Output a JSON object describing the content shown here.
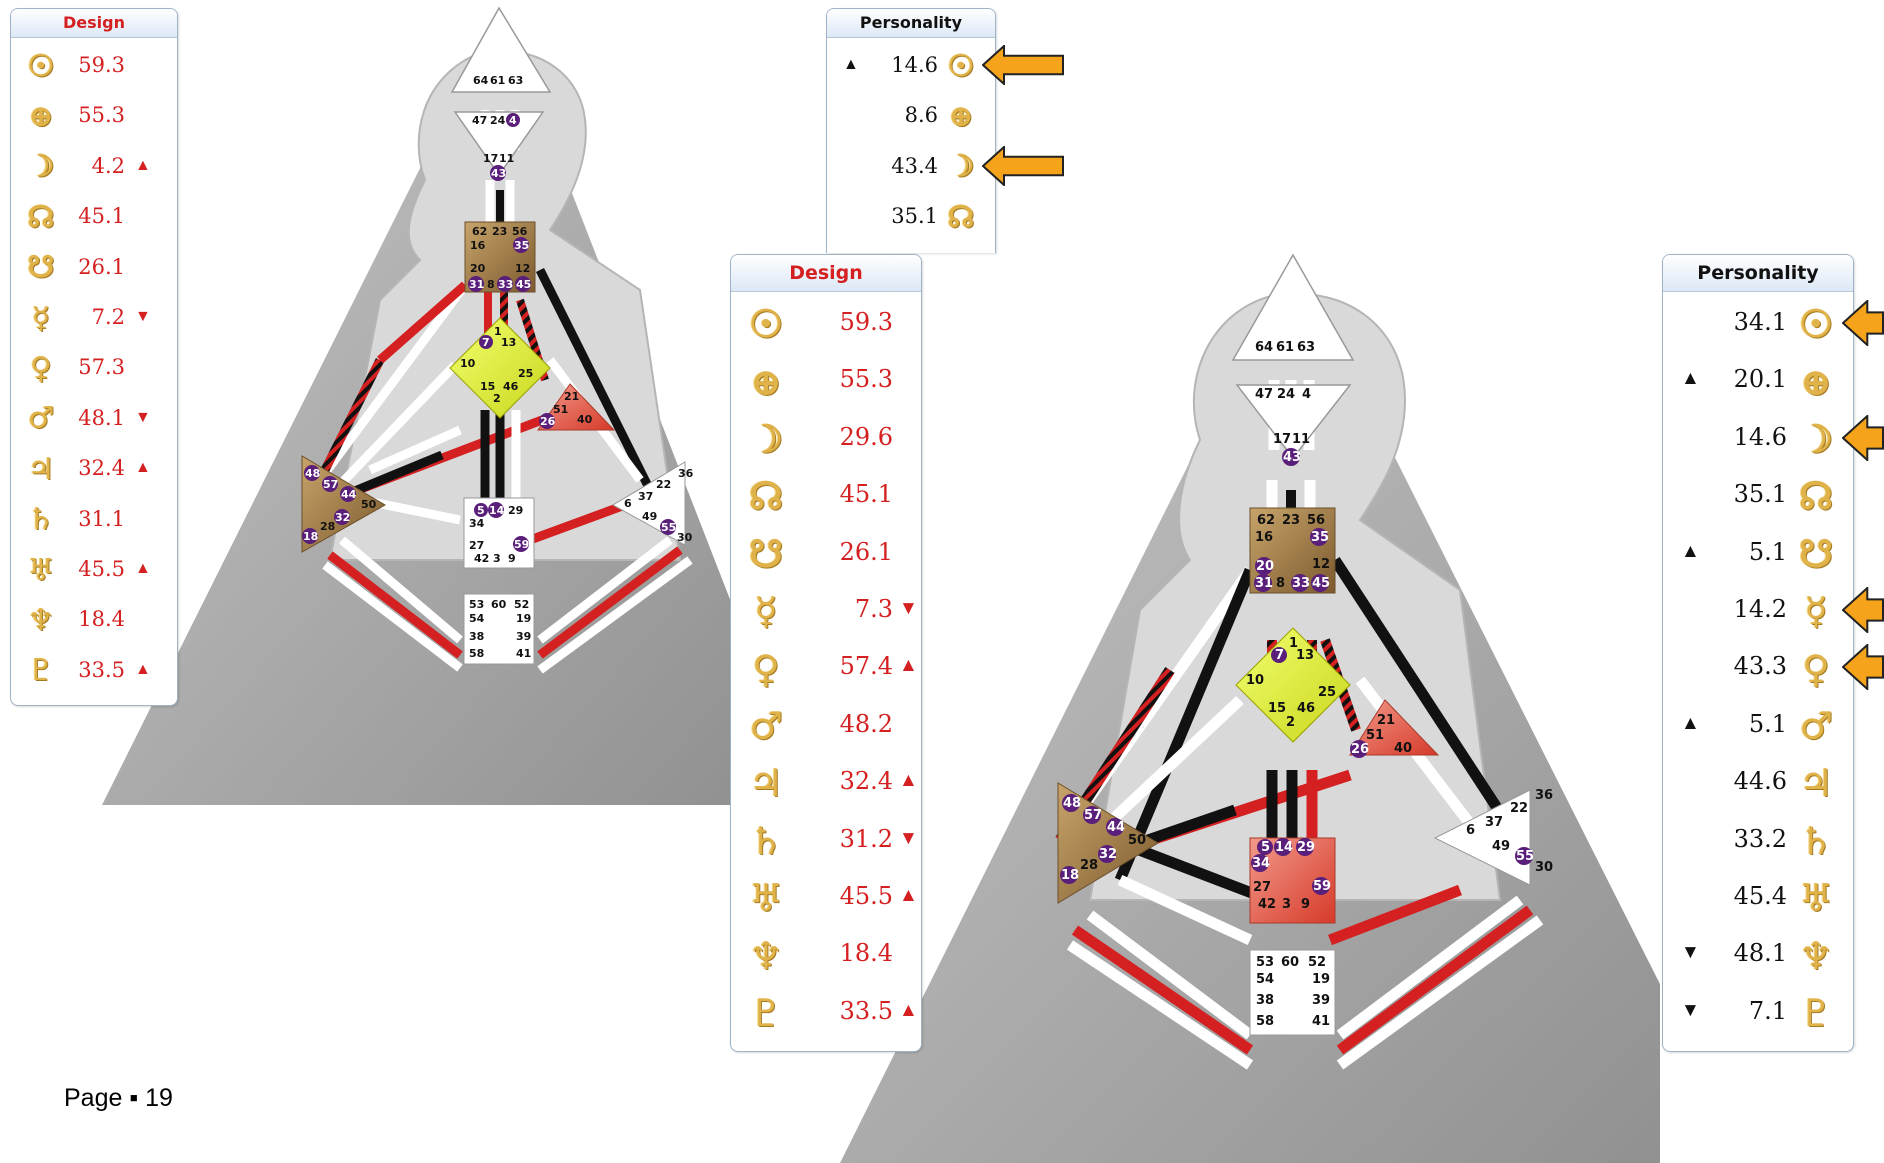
{
  "page_label": "Page ▪ 19",
  "colors": {
    "design": "#d42020",
    "personality": "#111111",
    "arrow_fill": "#f5a31a",
    "arrow_stroke": "#222222",
    "glyph_gold": "#e0b24a",
    "defined_red": "#d42020"
  },
  "charts": [
    {
      "design": {
        "title": "Design",
        "rows": [
          {
            "planet": "sun-icon",
            "symbol": "☉",
            "value": "59.3",
            "mark": ""
          },
          {
            "planet": "earth-icon",
            "symbol": "⊕",
            "value": "55.3",
            "mark": ""
          },
          {
            "planet": "moon-icon",
            "symbol": "☽",
            "value": "4.2",
            "mark": "▲"
          },
          {
            "planet": "north-node-icon",
            "symbol": "☊",
            "value": "45.1",
            "mark": ""
          },
          {
            "planet": "south-node-icon",
            "symbol": "☋",
            "value": "26.1",
            "mark": ""
          },
          {
            "planet": "mercury-icon",
            "symbol": "☿",
            "value": "7.2",
            "mark": "▼"
          },
          {
            "planet": "venus-icon",
            "symbol": "♀",
            "value": "57.3",
            "mark": ""
          },
          {
            "planet": "mars-icon",
            "symbol": "♂",
            "value": "48.1",
            "mark": "▼"
          },
          {
            "planet": "jupiter-icon",
            "symbol": "♃",
            "value": "32.4",
            "mark": "▲"
          },
          {
            "planet": "saturn-icon",
            "symbol": "♄",
            "value": "31.1",
            "mark": ""
          },
          {
            "planet": "uranus-icon",
            "symbol": "♅",
            "value": "45.5",
            "mark": "▲"
          },
          {
            "planet": "neptune-icon",
            "symbol": "♆",
            "value": "18.4",
            "mark": ""
          },
          {
            "planet": "pluto-icon",
            "symbol": "♇",
            "value": "33.5",
            "mark": "▲"
          }
        ]
      },
      "personality": {
        "title": "Personality",
        "rows": [
          {
            "planet": "sun-icon",
            "symbol": "☉",
            "value": "14.6",
            "mark": "▲",
            "flagged": true
          },
          {
            "planet": "earth-icon",
            "symbol": "⊕",
            "value": "8.6",
            "mark": "",
            "flagged": false
          },
          {
            "planet": "moon-icon",
            "symbol": "☽",
            "value": "43.4",
            "mark": "",
            "flagged": true
          },
          {
            "planet": "north-node-icon",
            "symbol": "☊",
            "value": "35.1",
            "mark": "",
            "flagged": false
          }
        ]
      },
      "bodygraph": {
        "head_gates": [
          "64",
          "61",
          "63"
        ],
        "ajna_top": [
          "47",
          "24",
          "4"
        ],
        "ajna_bottom": [
          "17",
          "11",
          "43"
        ],
        "throat": [
          "62",
          "23",
          "56",
          "16",
          "35",
          "20",
          "12",
          "31",
          "8",
          "33",
          "45"
        ],
        "g_center": [
          "1",
          "7",
          "13",
          "10",
          "25",
          "15",
          "46",
          "2"
        ],
        "ego": [
          "21",
          "51",
          "26",
          "40"
        ],
        "spleen": [
          "48",
          "57",
          "44",
          "50",
          "32",
          "28",
          "18"
        ],
        "sacral": [
          "5",
          "14",
          "29",
          "34",
          "27",
          "59",
          "42",
          "3",
          "9"
        ],
        "solar_plexus": [
          "36",
          "22",
          "37",
          "6",
          "49",
          "55",
          "30"
        ],
        "root": [
          "53",
          "60",
          "52",
          "54",
          "19",
          "38",
          "39",
          "58",
          "41"
        ]
      }
    },
    {
      "design": {
        "title": "Design",
        "rows": [
          {
            "planet": "sun-icon",
            "symbol": "☉",
            "value": "59.3",
            "mark": ""
          },
          {
            "planet": "earth-icon",
            "symbol": "⊕",
            "value": "55.3",
            "mark": ""
          },
          {
            "planet": "moon-icon",
            "symbol": "☽",
            "value": "29.6",
            "mark": ""
          },
          {
            "planet": "north-node-icon",
            "symbol": "☊",
            "value": "45.1",
            "mark": ""
          },
          {
            "planet": "south-node-icon",
            "symbol": "☋",
            "value": "26.1",
            "mark": ""
          },
          {
            "planet": "mercury-icon",
            "symbol": "☿",
            "value": "7.3",
            "mark": "▼"
          },
          {
            "planet": "venus-icon",
            "symbol": "♀",
            "value": "57.4",
            "mark": "▲"
          },
          {
            "planet": "mars-icon",
            "symbol": "♂",
            "value": "48.2",
            "mark": ""
          },
          {
            "planet": "jupiter-icon",
            "symbol": "♃",
            "value": "32.4",
            "mark": "▲"
          },
          {
            "planet": "saturn-icon",
            "symbol": "♄",
            "value": "31.2",
            "mark": "▼"
          },
          {
            "planet": "uranus-icon",
            "symbol": "♅",
            "value": "45.5",
            "mark": "▲"
          },
          {
            "planet": "neptune-icon",
            "symbol": "♆",
            "value": "18.4",
            "mark": ""
          },
          {
            "planet": "pluto-icon",
            "symbol": "♇",
            "value": "33.5",
            "mark": "▲"
          }
        ]
      },
      "personality": {
        "title": "Personality",
        "rows": [
          {
            "planet": "sun-icon",
            "symbol": "☉",
            "value": "34.1",
            "mark": "",
            "flagged": true
          },
          {
            "planet": "earth-icon",
            "symbol": "⊕",
            "value": "20.1",
            "mark": "▲",
            "flagged": false
          },
          {
            "planet": "moon-icon",
            "symbol": "☽",
            "value": "14.6",
            "mark": "",
            "flagged": true
          },
          {
            "planet": "north-node-icon",
            "symbol": "☊",
            "value": "35.1",
            "mark": "",
            "flagged": false
          },
          {
            "planet": "south-node-icon",
            "symbol": "☋",
            "value": "5.1",
            "mark": "▲",
            "flagged": false
          },
          {
            "planet": "mercury-icon",
            "symbol": "☿",
            "value": "14.2",
            "mark": "",
            "flagged": true
          },
          {
            "planet": "venus-icon",
            "symbol": "♀",
            "value": "43.3",
            "mark": "",
            "flagged": true
          },
          {
            "planet": "mars-icon",
            "symbol": "♂",
            "value": "5.1",
            "mark": "▲",
            "flagged": false
          },
          {
            "planet": "jupiter-icon",
            "symbol": "♃",
            "value": "44.6",
            "mark": "",
            "flagged": false
          },
          {
            "planet": "saturn-icon",
            "symbol": "♄",
            "value": "33.2",
            "mark": "",
            "flagged": false
          },
          {
            "planet": "uranus-icon",
            "symbol": "♅",
            "value": "45.4",
            "mark": "",
            "flagged": false
          },
          {
            "planet": "neptune-icon",
            "symbol": "♆",
            "value": "48.1",
            "mark": "▼",
            "flagged": false
          },
          {
            "planet": "pluto-icon",
            "symbol": "♇",
            "value": "7.1",
            "mark": "▼",
            "flagged": false
          }
        ]
      },
      "bodygraph": {
        "head_gates": [
          "64",
          "61",
          "63"
        ],
        "ajna_top": [
          "47",
          "24",
          "4"
        ],
        "ajna_bottom": [
          "17",
          "11",
          "43"
        ],
        "throat": [
          "62",
          "23",
          "56",
          "16",
          "35",
          "20",
          "12",
          "31",
          "8",
          "33",
          "45"
        ],
        "g_center": [
          "1",
          "7",
          "13",
          "10",
          "25",
          "15",
          "46",
          "2"
        ],
        "ego": [
          "21",
          "51",
          "26",
          "40"
        ],
        "spleen": [
          "48",
          "57",
          "44",
          "50",
          "32",
          "28",
          "18"
        ],
        "sacral": [
          "5",
          "14",
          "29",
          "34",
          "27",
          "59",
          "42",
          "3",
          "9"
        ],
        "solar_plexus": [
          "36",
          "22",
          "37",
          "6",
          "49",
          "55",
          "30"
        ],
        "root": [
          "53",
          "60",
          "52",
          "54",
          "19",
          "38",
          "39",
          "58",
          "41"
        ]
      }
    }
  ]
}
